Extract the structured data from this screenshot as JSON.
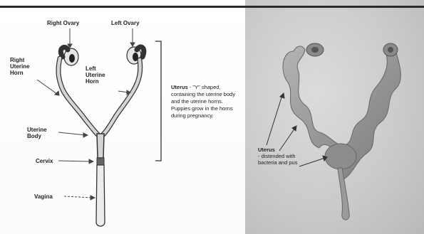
{
  "left": {
    "labels": {
      "right_ovary": "Right Ovary",
      "left_ovary": "Left Ovary",
      "right_uterine_horn": [
        "Right",
        "Uterine",
        "Horn"
      ],
      "left_uterine_horn": [
        "Left",
        "Uterine",
        "Horn"
      ],
      "uterine_body": [
        "Uterine",
        "Body"
      ],
      "cervix": "Cervix",
      "vagina": "Vagina"
    },
    "description": {
      "term": "Uterus",
      "text": " - \"Y\" shaped, containing the uterine body and the uterine horns. Puppies grow in the horns during pregnancy."
    }
  },
  "right": {
    "label_term": "Uterus",
    "label_text": "- distended with bacteria and pus"
  },
  "colors": {
    "organ_fill": "#cfcfcf",
    "organ_stroke": "#3a3a3a",
    "arrow": "#444444",
    "infected_fill": "#9a9a9a"
  }
}
